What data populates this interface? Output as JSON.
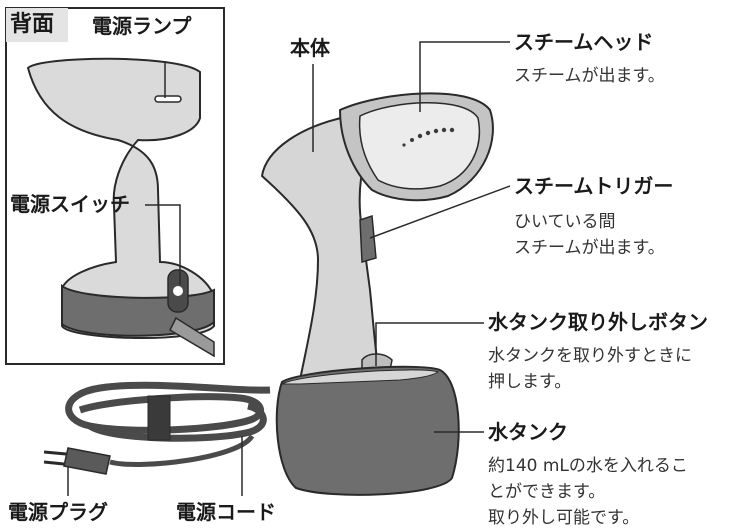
{
  "inset": {
    "tag": "背面",
    "power_lamp": "電源ランプ",
    "power_switch": "電源スイッチ"
  },
  "parts": {
    "body": {
      "label": "本体"
    },
    "steam_head": {
      "label": "スチームヘッド",
      "desc": "スチームが出ます。"
    },
    "steam_trigger": {
      "label": "スチームトリガー",
      "desc1": "ひいている間",
      "desc2": "スチームが出ます。"
    },
    "tank_release": {
      "label": "水タンク取り外しボタン",
      "desc1": "水タンクを取り外すときに",
      "desc2": "押します。"
    },
    "water_tank": {
      "label": "水タンク",
      "desc1": "約140 mLの水を入れるこ",
      "desc2": "とができます。",
      "desc3": "取り外し可能です。"
    },
    "power_plug": {
      "label": "電源プラグ"
    },
    "power_cord": {
      "label": "電源コード"
    }
  },
  "colors": {
    "body_light": "#dedede",
    "body_mid": "#c4c4c4",
    "tank_dark": "#6e6e6e",
    "outline": "#2a2a2a"
  }
}
